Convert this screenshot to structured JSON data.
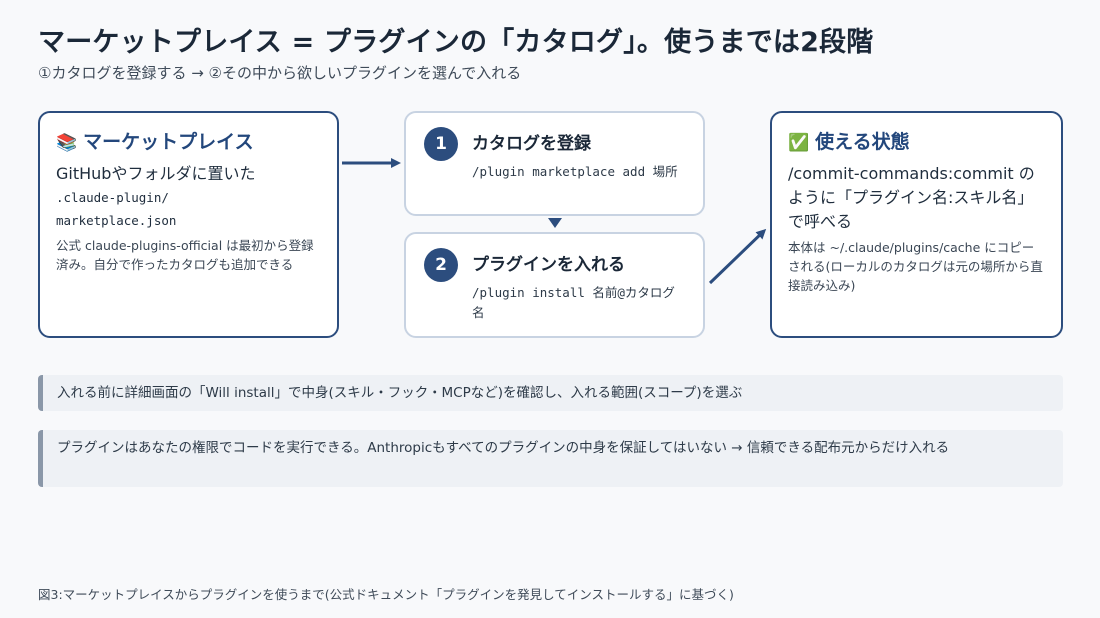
{
  "title": "マーケットプレイス = プラグインの「カタログ」。使うまでは2段階",
  "subtitle": "①カタログを登録する → ②その中から欲しいプラグインを選んで入れる",
  "left_box": {
    "emoji": "📚",
    "heading": "マーケットプレイス",
    "lead": "GitHubやフォルダに置いた",
    "path_line1": ".claude-plugin/",
    "path_line2": "marketplace.json",
    "note": "公式 claude-plugins-official は最初から登録済み。自分で作ったカタログも追加できる"
  },
  "step1": {
    "number": "1",
    "title": "カタログを登録",
    "command": "/plugin marketplace add 場所"
  },
  "step2": {
    "number": "2",
    "title": "プラグインを入れる",
    "command": "/plugin install 名前@カタログ名"
  },
  "right_box": {
    "emoji": "✅",
    "heading": "使える状態",
    "lead": "/commit-commands:commit のように「プラグイン名:スキル名」で呼べる",
    "note": "本体は ~/.claude/plugins/cache にコピーされる(ローカルのカタログは元の場所から直接読み込み)"
  },
  "callouts": [
    "入れる前に詳細画面の「Will install」で中身(スキル・フック・MCPなど)を確認し、入れる範囲(スコープ)を選ぶ",
    "プラグインはあなたの権限でコードを実行できる。Anthropicもすべてのプラグインの中身を保証してはいない → 信頼できる配布元からだけ入れる"
  ],
  "caption": "図3:マーケットプレイスからプラグインを使うまで(公式ドキュメント「プラグインを発見してインストールする」に基づく)",
  "colors": {
    "accent": "#2c4d7e",
    "box_border_light": "#c8d3e2",
    "callout_bg": "#eef1f5",
    "callout_bar": "#8a97a8"
  }
}
